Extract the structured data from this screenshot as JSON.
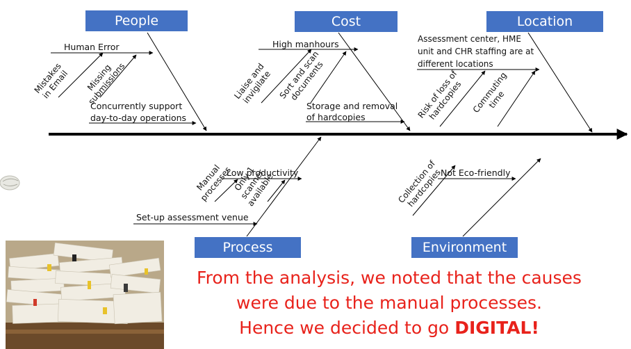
{
  "categories": {
    "people": "People",
    "cost": "Cost",
    "location": "Location",
    "process": "Process",
    "environment": "Environment"
  },
  "causes": {
    "people": {
      "human_error": "Human Error",
      "mistakes_in_email": "Mistakes in Email",
      "missing_submissions": "Missing submissions",
      "concurrent_line1": "Concurrently support",
      "concurrent_line2": "day-to-day operations"
    },
    "cost": {
      "high_manhours": "High manhours",
      "liaise_invigilate": "Liaise and invigilate",
      "sort_scan": "Sort and scan documents",
      "storage_line1": "Storage and removal",
      "storage_line2": "of hardcopies"
    },
    "location": {
      "assessment_line1": "Assessment center, HME",
      "assessment_line2": "unit and CHR staffing are at",
      "assessment_line3": "different locations",
      "risk_of_loss": "Risk of loss of hardcopies",
      "commuting_time": "Commuting time"
    },
    "process": {
      "low_productivity": "Low productivity",
      "manual_processes": "Manual processes",
      "only_one_scanner": "Only 1 scanner available",
      "setup_venue": "Set-up assessment venue"
    },
    "environment": {
      "not_eco_friendly": "Not Eco-friendly",
      "collection_hardcopies": "Collection of hardcopies"
    }
  },
  "conclusion": {
    "line1": "From the analysis, we noted that the causes",
    "line2": "were due to the manual processes.",
    "line3_prefix": "Hence we decided to go ",
    "line3_emphasis": "DIGITAL!"
  },
  "colors": {
    "category_box": "#4472c4",
    "conclusion_text": "#e8221b",
    "spine": "#000000"
  }
}
